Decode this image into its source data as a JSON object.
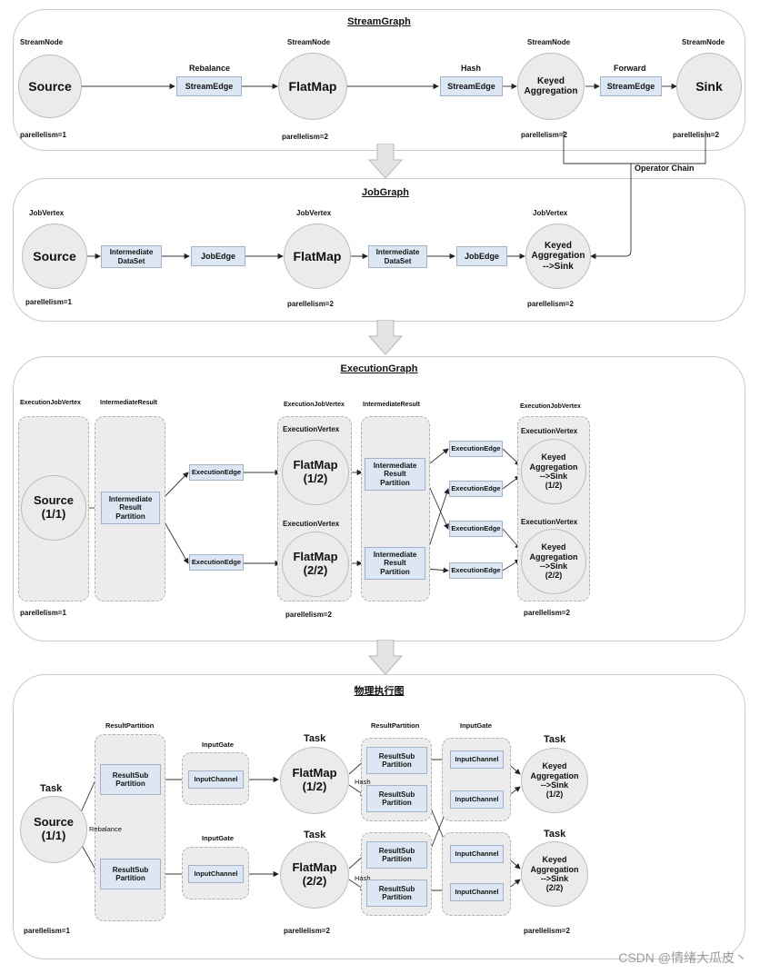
{
  "sections": {
    "stream": {
      "title": "StreamGraph",
      "node_type": "StreamNode",
      "source": "Source",
      "flatmap": "FlatMap",
      "keyed": "Keyed\nAggregation",
      "sink": "Sink",
      "edge": "StreamEdge",
      "rebalance": "Rebalance",
      "hash": "Hash",
      "forward": "Forward",
      "p1": "parellelism=1",
      "p2": "parellelism=2",
      "chain": "Operator Chain"
    },
    "job": {
      "title": "JobGraph",
      "vertex_type": "JobVertex",
      "source": "Source",
      "flatmap": "FlatMap",
      "keyed_sink": "Keyed\nAggregation\n-->Sink",
      "dataset": "Intermediate\nDataSet",
      "edge": "JobEdge",
      "p1": "parellelism=1",
      "p2": "parellelism=2"
    },
    "exec": {
      "title": "ExecutionGraph",
      "job_vertex": "ExecutionJobVertex",
      "result": "IntermediateResult",
      "vertex": "ExecutionVertex",
      "source": "Source\n(1/1)",
      "flatmap1": "FlatMap\n(1/2)",
      "flatmap2": "FlatMap\n(2/2)",
      "keyed1": "Keyed\nAggregation\n-->Sink\n(1/2)",
      "keyed2": "Keyed\nAggregation\n-->Sink\n(2/2)",
      "partition": "Intermediate\nResult\nPartition",
      "edge": "ExecutionEdge",
      "p1": "parellelism=1",
      "p2": "parellelism=2"
    },
    "phys": {
      "title": "物理执行图",
      "task": "Task",
      "result_partition": "ResultPartition",
      "input_gate": "InputGate",
      "source": "Source\n(1/1)",
      "flatmap1": "FlatMap\n(1/2)",
      "flatmap2": "FlatMap\n(2/2)",
      "keyed1": "Keyed\nAggregation\n-->Sink\n(1/2)",
      "keyed2": "Keyed\nAggregation\n-->Sink\n(2/2)",
      "subpartition": "ResultSub\nPartition",
      "channel": "InputChannel",
      "rebalance": "Rebalance",
      "hash": "Hash",
      "p1": "parellelism=1",
      "p2": "parellelism=2"
    }
  },
  "watermark": "CSDN @情绪大瓜皮丶",
  "colors": {
    "node_fill": "#ebebeb",
    "edge_box_fill": "#dce7f3",
    "group_fill": "#ececec"
  }
}
